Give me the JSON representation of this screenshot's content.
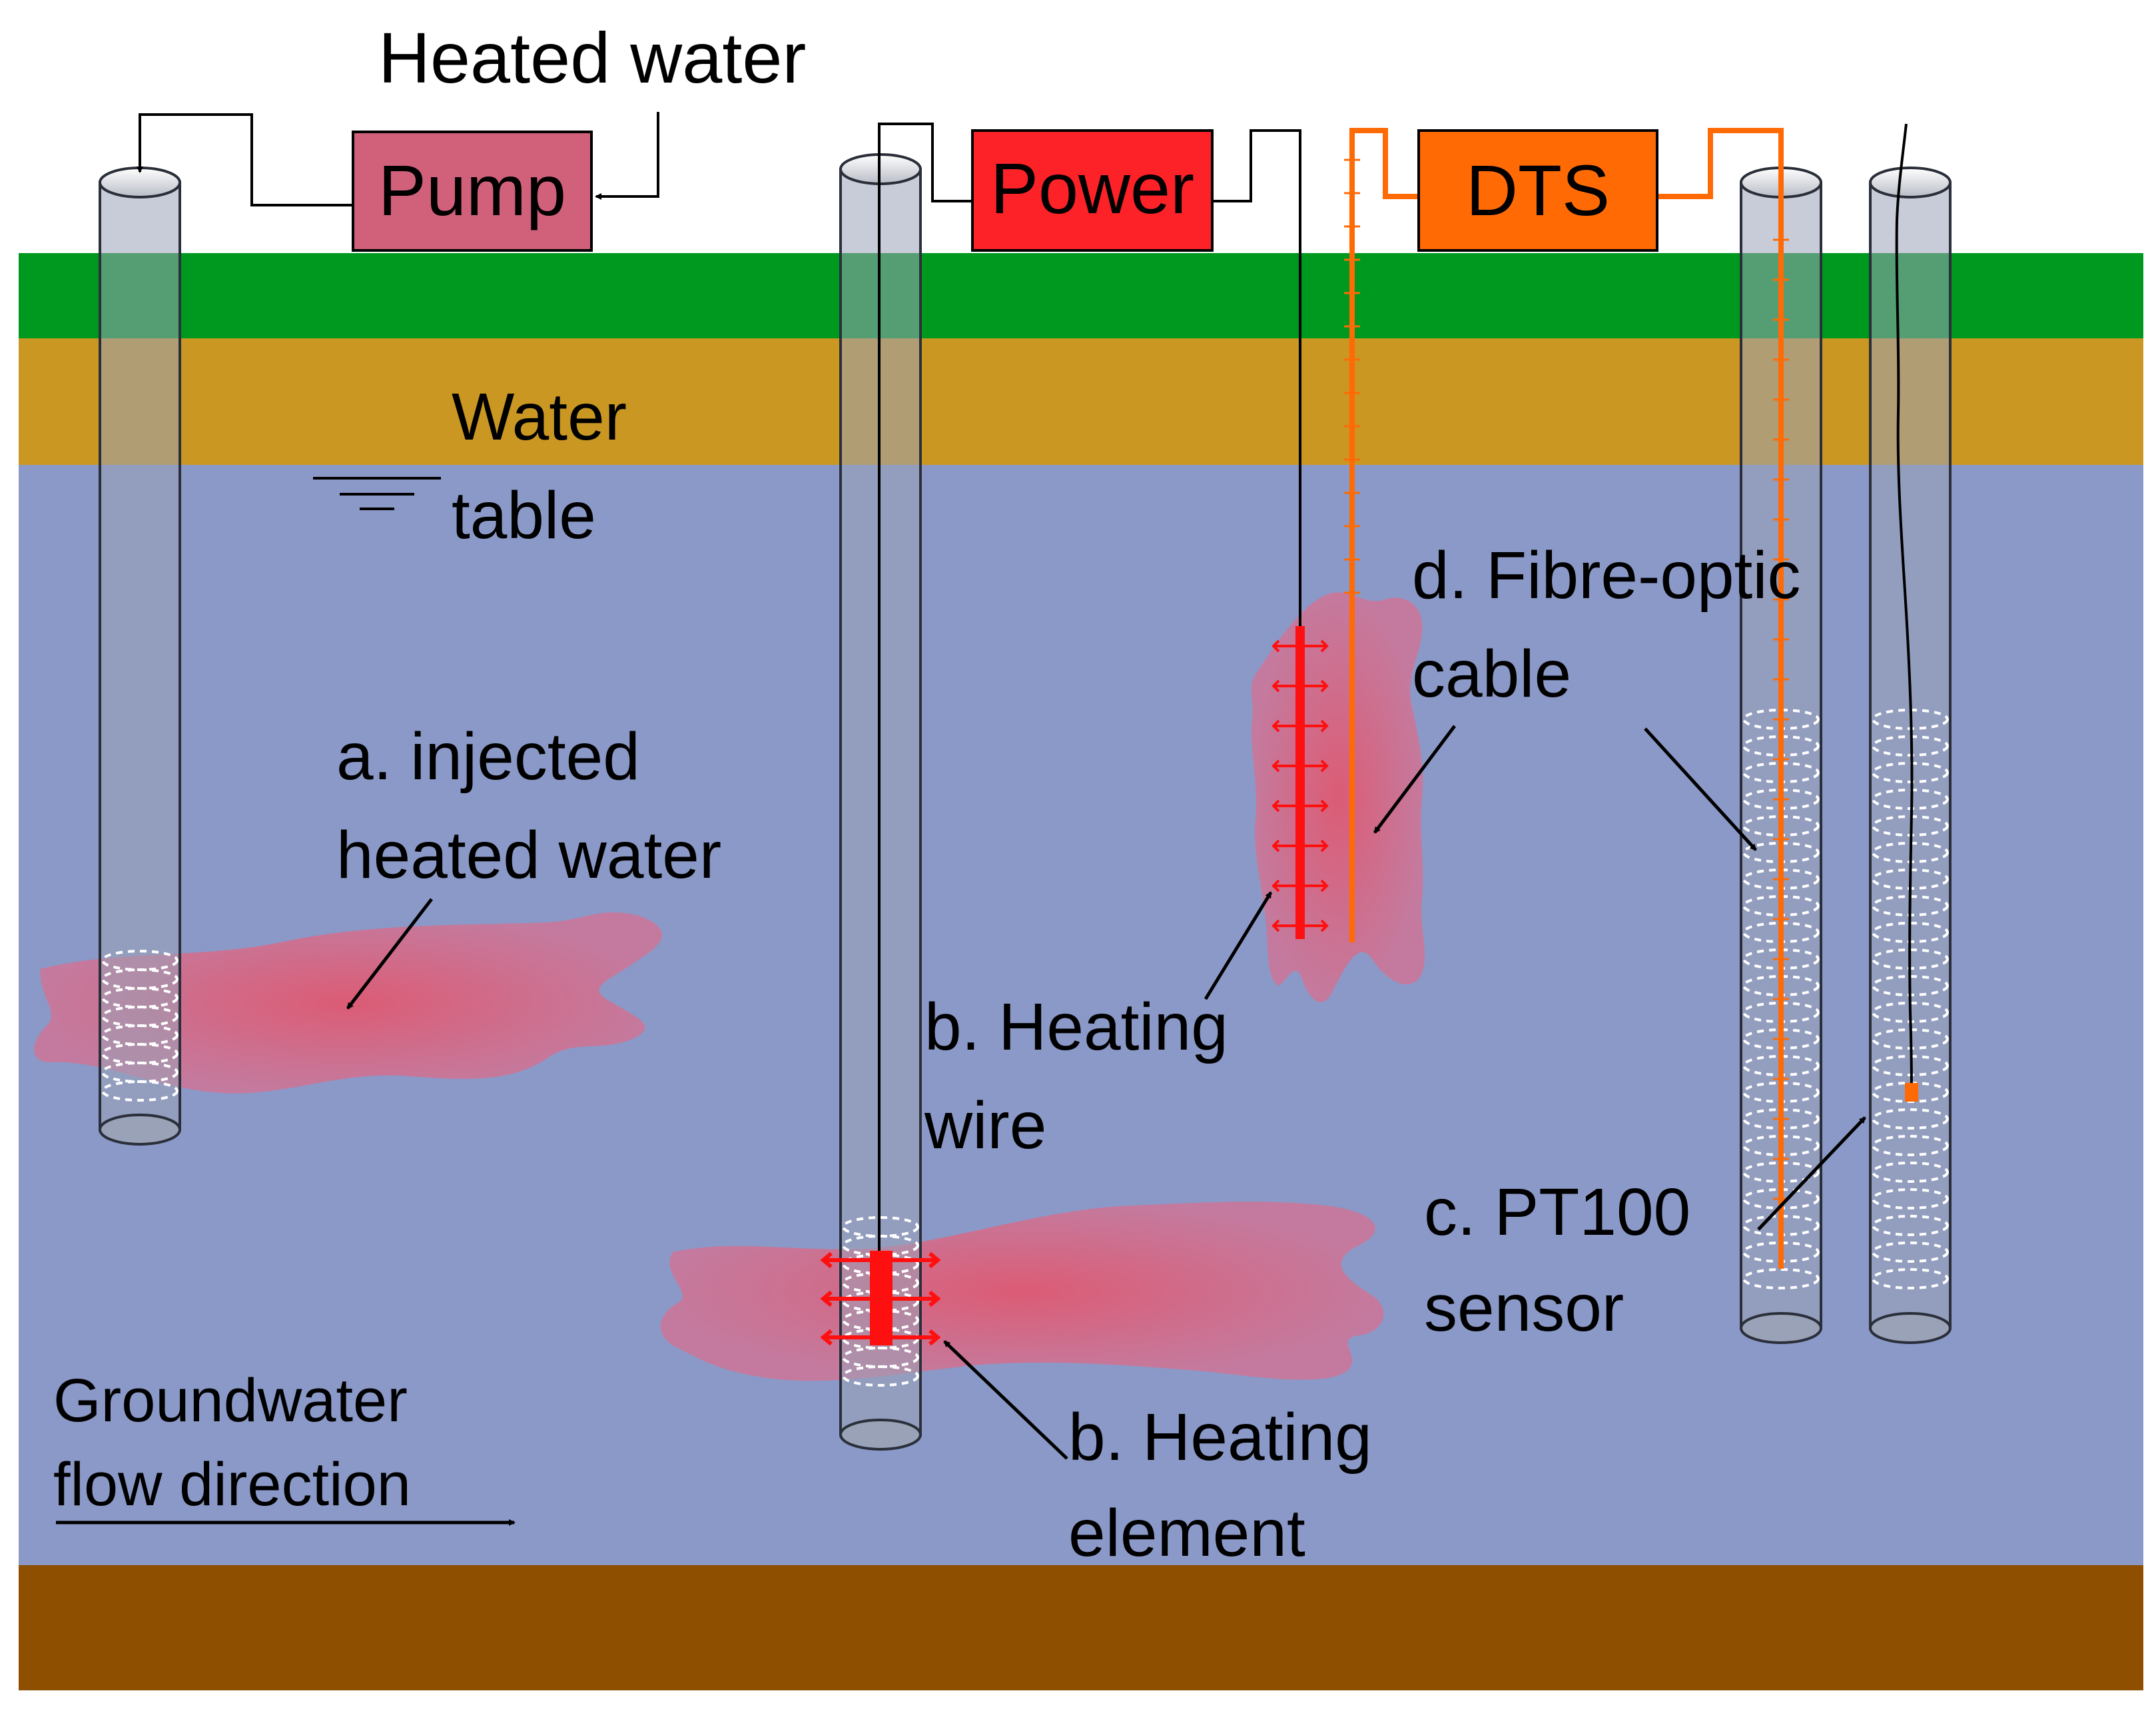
{
  "colors": {
    "grass": "#00991f",
    "topsoil": "#c99722",
    "aquifer": "#8a99c7",
    "bedrock": "#8f4f00",
    "pump_box": "#d1607a",
    "power_box": "#fc2228",
    "dts_box": "#ff6a05",
    "fibre_optic": "#ff6a05",
    "heating": "#ff1010",
    "plume": "#e05870"
  },
  "top": {
    "heated_water": "Heated water"
  },
  "boxes": {
    "pump": "Pump",
    "power": "Power",
    "dts": "DTS"
  },
  "water_table": {
    "line1": "Water",
    "line2": "table"
  },
  "labels": {
    "a_line1": "a. injected",
    "a_line2": "heated water",
    "b_wire_line1": "b. Heating",
    "b_wire_line2": "wire",
    "b_element_line1": "b. Heating",
    "b_element_line2": "element",
    "c_line1": "c. PT100",
    "c_line2": "sensor",
    "d_line1": "d. Fibre-optic",
    "d_line2": "cable"
  },
  "flow": {
    "line1": "Groundwater",
    "line2": "flow direction"
  }
}
